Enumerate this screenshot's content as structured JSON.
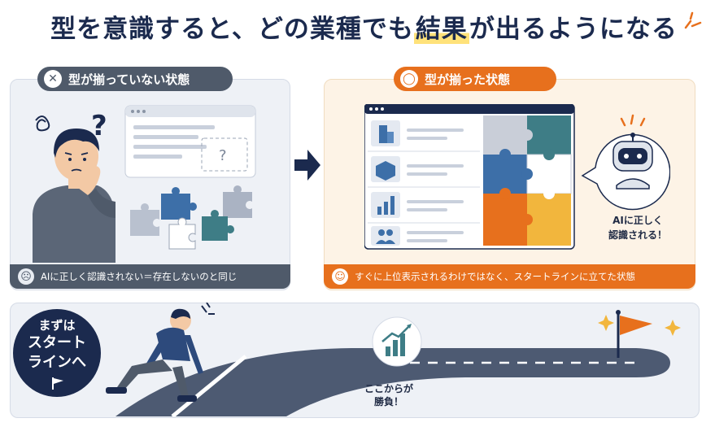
{
  "headline": {
    "before": "型を意識すると、どの業種でも",
    "highlight": "結果",
    "after": "が出るようになる"
  },
  "left_panel": {
    "pill_icon": "close-icon",
    "pill_icon_glyph": "✕",
    "title": "型が揃っていない状態",
    "bottom_icon": "sad-face-icon",
    "bottom_icon_glyph": "☹",
    "bottom_text": "AIに正しく認識されない＝存在しないのと同じ",
    "question_glyph": "?"
  },
  "right_panel": {
    "pill_icon": "circle-icon",
    "pill_icon_glyph": "◯",
    "title": "型が揃った状態",
    "bottom_icon": "smile-face-icon",
    "bottom_icon_glyph": "☺",
    "bottom_text": "すぐに上位表示されるわけではなく、スタートラインに立てた状態",
    "list_icons": [
      "building-icon",
      "box-icon",
      "bar-chart-icon",
      "people-icon"
    ],
    "robot_caption_line1": "AIに正しく",
    "robot_caption_line2": "認識される！"
  },
  "bottom": {
    "badge_line1": "まずは",
    "badge_line2": "スタート",
    "badge_line3": "ラインへ",
    "chart_caption_line1": "ここからが",
    "chart_caption_line2": "勝負！"
  },
  "colors": {
    "navy": "#1b2a4e",
    "orange": "#e7701d",
    "gray": "#4f5a6a",
    "teal": "#3e7d86",
    "blue": "#3d6fa8",
    "yellow": "#f2b63d"
  }
}
